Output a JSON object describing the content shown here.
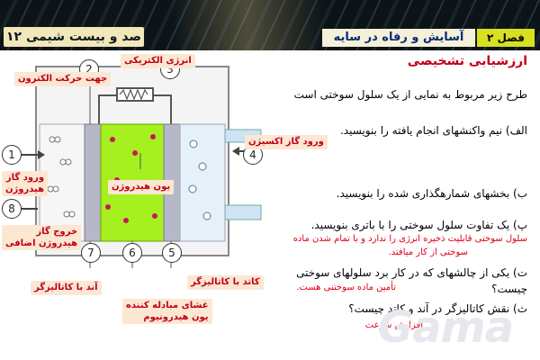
{
  "header": {
    "book_title": "صد و بیست شیمی ۱۲",
    "lesson_title": "آسایش و رفاه در سایه شیمی",
    "chapter": "فصل ۲"
  },
  "section_title": "ارزشیابی تشخیصی",
  "questions": {
    "intro": "طرح زیر مربوط به نمایی از یک سلول سوختی است",
    "a": "الف) نیم واکنشهای انجام یافته را بنویسید.",
    "b1": "ب) بخشهای شمارهگذاری شده را بنویسید.",
    "b2": "پ) یک تفاوت سلول سوختی را با باتری بنویسید.",
    "c": "ت) یکی از چالشهای که در کار برد سلولهای سوختی",
    "c2": "چیست؟",
    "d": "ث) نقش کاتالیزگر در آند و کاتد چیست؟"
  },
  "answers": {
    "b2_line1": "سلول سوختی قابلیت ذخیره انرژی را ندارد و با تمام شدن ماده",
    "b2_line2": "سوختی از کار میافتد.",
    "c": "تأمین ماده سوختنی هست.",
    "d": "افزایش سرعت"
  },
  "diagram_labels": {
    "electric_energy": "انرژی الکتریکی",
    "electron_flow": "جهت حرکت الکترون",
    "oxygen_in": "ورود گاز اکسیژن",
    "hydrogen_in_line1": "ورود گاز",
    "hydrogen_in_line2": "هیدروژن",
    "hydrogen_out_line1": "خروج گاز",
    "hydrogen_out_line2": "هیدروژن اضافی",
    "hydrogen_ion": "یون هیدروژن",
    "anode_catalyst": "آند با کاتالیزگر",
    "cathode_catalyst": "کاتد با کاتالیزگر",
    "membrane_line1": "غشای مبادله کننده",
    "membrane_line2": "یون هیدرونیوم"
  },
  "numbers": [
    "1",
    "2",
    "3",
    "4",
    "5",
    "6",
    "7",
    "8"
  ],
  "watermark": "Gama",
  "colors": {
    "accent_red": "#c00018",
    "answer_red": "#e0001b",
    "label_bg": "#fbe7d2",
    "chapter_bg": "#d8e020"
  }
}
